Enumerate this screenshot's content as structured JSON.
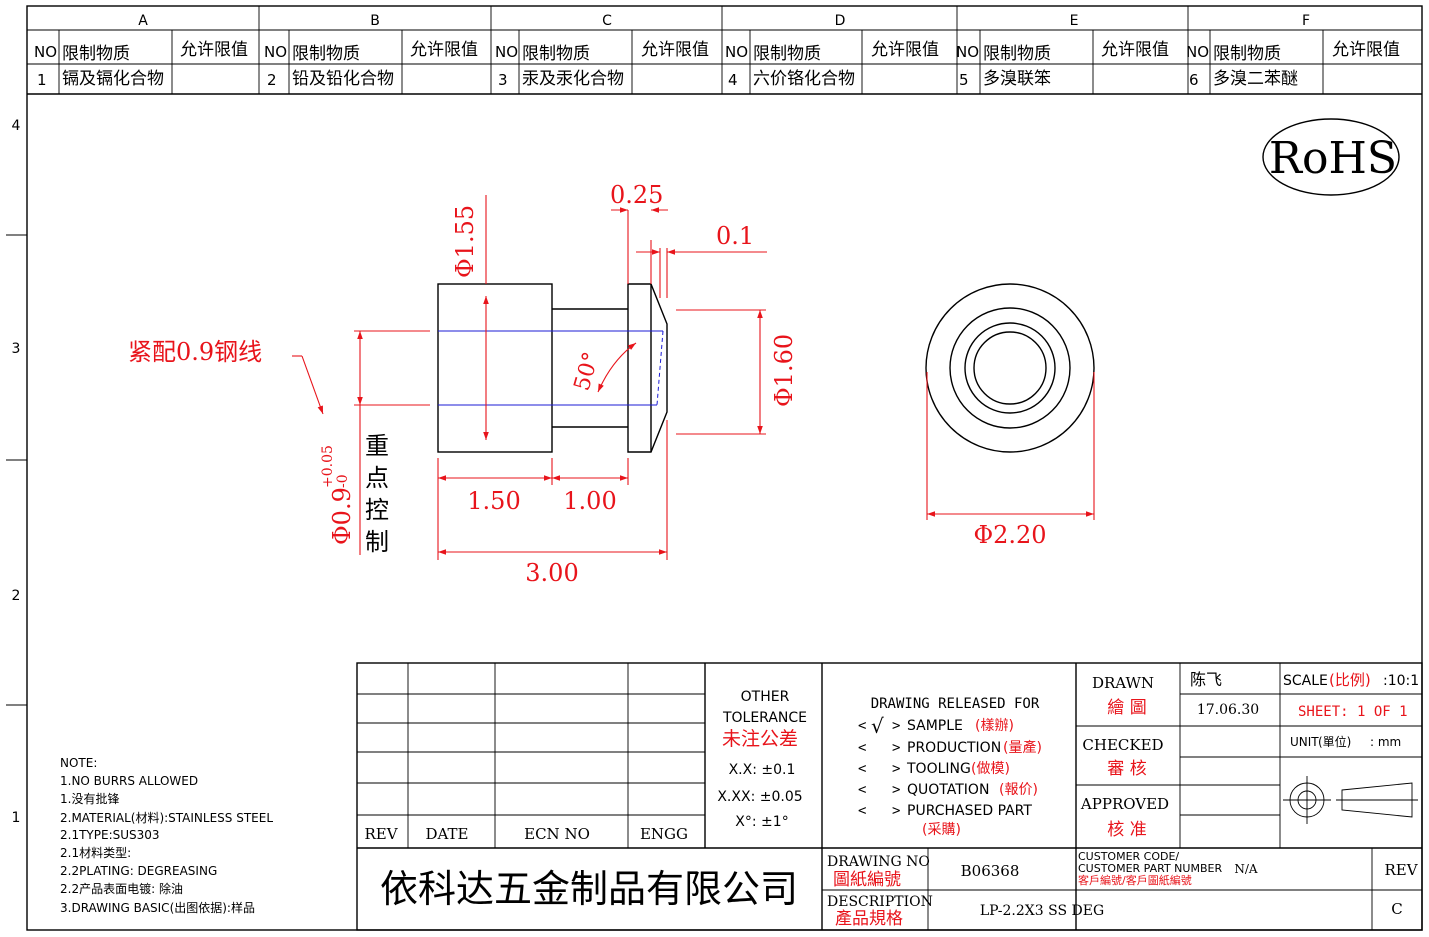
{
  "zones": {
    "columns": [
      "A",
      "B",
      "C",
      "D",
      "E",
      "F"
    ],
    "rows": [
      "4",
      "3",
      "2",
      "1"
    ]
  },
  "substances": {
    "header": {
      "no": "NO",
      "substance": "限制物质",
      "limit": "允许限值"
    },
    "items": [
      {
        "no": "1",
        "name": "镉及镉化合物"
      },
      {
        "no": "2",
        "name": "铅及铅化合物"
      },
      {
        "no": "3",
        "name": "汞及汞化合物"
      },
      {
        "no": "4",
        "name": "六价铬化合物"
      },
      {
        "no": "5",
        "name": "多溴联笨"
      },
      {
        "no": "6",
        "name": "多溴二苯醚"
      }
    ]
  },
  "rohs": "RoHS",
  "dimensions": {
    "d155": "Φ1.55",
    "d025": "0.25",
    "d01": "0.1",
    "fit_note": "紧配0.9钢线",
    "angle": "50°",
    "d160": "Φ1.60",
    "d09": "Φ0.9",
    "tol_plus": "+0.05",
    "tol_minus": "-0",
    "key_control": [
      "重",
      "点",
      "控",
      "制"
    ],
    "len150": "1.50",
    "len100": "1.00",
    "len300": "3.00",
    "d220": "Φ2.20"
  },
  "notes": [
    "NOTE:",
    "1.NO BURRS ALLOWED",
    "1.没有批锋",
    "2.MATERIAL(材料):STAINLESS STEEL",
    "2.1TYPE:SUS303",
    "2.1材料类型:",
    "2.2PLATING: DEGREASING",
    "2.2产品表面电镀: 除油",
    "3.DRAWING BASIC(出图依据):样品"
  ],
  "revision_table": {
    "rev": "REV",
    "date": "DATE",
    "ecn": "ECN NO",
    "engg": "ENGG"
  },
  "tolerance": {
    "title1": "OTHER",
    "title2": "TOLERANCE",
    "title_cn": "未注公差",
    "xx": "X.X: ±0.1",
    "xxx": "X.XX: ±0.05",
    "deg": "X°: ±1°"
  },
  "release": {
    "title": "DRAWING RELEASED FOR",
    "check_mark": "√",
    "items": [
      {
        "en": "SAMPLE",
        "cn": "(樣辦)",
        "checked": true
      },
      {
        "en": "PRODUCTION",
        "cn": "(量產)",
        "checked": false
      },
      {
        "en": "TOOLING",
        "cn": "(做模)",
        "checked": false
      },
      {
        "en": "QUOTATION",
        "cn": "(報价)",
        "checked": false
      },
      {
        "en": "PURCHASED PART",
        "cn": "(采購)",
        "checked": false
      }
    ]
  },
  "approval": {
    "drawn": "DRAWN",
    "drawn_cn": "繪 圖",
    "checked": "CHECKED",
    "checked_cn": "審 核",
    "approved": "APPROVED",
    "approved_cn": "核 准",
    "drawer": "陈飞",
    "date": "17.06.30"
  },
  "scale": {
    "label": "SCALE",
    "label_cn": "(比例)",
    "value": ":10:1"
  },
  "sheet": "SHEET:  1 OF 1",
  "unit": {
    "label": "UNIT",
    "label_cn": "(單位)",
    "value": ": mm"
  },
  "company": "依科达五金制品有限公司",
  "drawing_no": {
    "label": "DRAWING NO",
    "label_cn": "圖紙編號",
    "value": "B06368"
  },
  "customer": {
    "label1": "CUSTOMER CODE/",
    "label2": "CUSTOMER PART NUMBER",
    "label_cn": "客戶編號/客戶圖紙編號",
    "value": "N/A"
  },
  "rev_box": {
    "label": "REV",
    "value": "C"
  },
  "description": {
    "label": "DESCRIPTION",
    "label_cn": "產品規格",
    "value": "LP-2.2X3 SS DEG"
  }
}
